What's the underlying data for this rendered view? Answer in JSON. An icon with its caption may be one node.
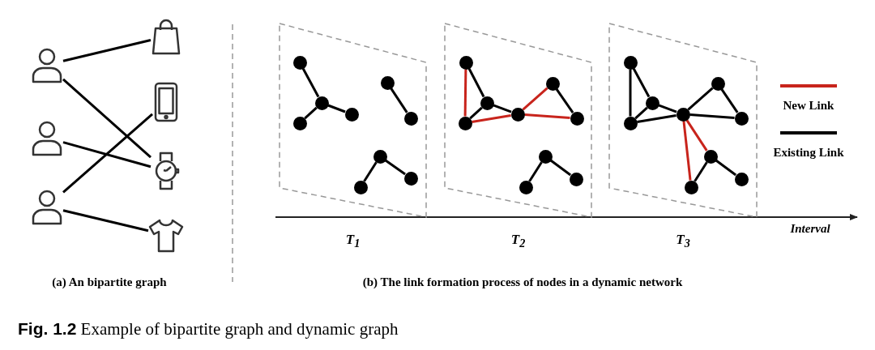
{
  "diagram": {
    "caption": "**Fig. 1.2** Example of bipartite graph and dynamic graph",
    "nodes": [
      {
        "text": [],
        "shape": "person"
      },
      {
        "text": [],
        "shape": "person"
      },
      {
        "text": [],
        "shape": "person"
      },
      {
        "text": [],
        "shape": "bag"
      },
      {
        "text": [],
        "shape": "tablet"
      },
      {
        "text": [],
        "shape": "watch"
      },
      {
        "text": [],
        "shape": "shirt"
      },
      {
        "text": [
          "T$_{1}$"
        ]
      },
      {
        "text": [],
        "shape": "circle",
        "in": 7
      },
      {
        "text": [],
        "shape": "circle",
        "in": 7
      },
      {
        "text": [],
        "shape": "circle",
        "in": 7
      },
      {
        "text": [],
        "shape": "circle",
        "in": 7
      },
      {
        "text": [],
        "shape": "circle",
        "in": 7
      },
      {
        "text": [],
        "shape": "circle",
        "in": 7
      },
      {
        "text": [],
        "shape": "circle",
        "in": 7
      },
      {
        "text": [],
        "shape": "circle",
        "in": 7
      },
      {
        "text": [],
        "shape": "circle",
        "in": 7
      },
      {
        "text": [
          "T$_{2}$"
        ]
      },
      {
        "text": [],
        "shape": "circle",
        "in": 17
      },
      {
        "text": [],
        "shape": "circle",
        "in": 17
      },
      {
        "text": [],
        "shape": "circle",
        "in": 17
      },
      {
        "text": [],
        "shape": "circle",
        "in": 17
      },
      {
        "text": [],
        "shape": "circle",
        "in": 17
      },
      {
        "text": [],
        "shape": "circle",
        "in": 17
      },
      {
        "text": [],
        "shape": "circle",
        "in": 17
      },
      {
        "text": [],
        "shape": "circle",
        "in": 17
      },
      {
        "text": [],
        "shape": "circle",
        "in": 17
      },
      {
        "text": [
          "T$_{3}$"
        ]
      },
      {
        "text": [],
        "shape": "circle",
        "in": 27
      },
      {
        "text": [],
        "shape": "circle",
        "in": 27
      },
      {
        "text": [],
        "shape": "circle",
        "in": 27
      },
      {
        "text": [],
        "shape": "circle",
        "in": 27
      },
      {
        "text": [],
        "shape": "circle",
        "in": 27
      },
      {
        "text": [],
        "shape": "circle",
        "in": 27
      },
      {
        "text": [],
        "shape": "circle",
        "in": 27
      },
      {
        "text": [],
        "shape": "circle",
        "in": 27
      },
      {
        "text": [],
        "shape": "circle",
        "in": 27
      }
    ],
    "edges": [
      {
        "from": 0,
        "to": 3,
        "arrow": "none"
      },
      {
        "from": 0,
        "to": 5,
        "arrow": "none"
      },
      {
        "from": 1,
        "to": 5,
        "arrow": "none"
      },
      {
        "from": 2,
        "to": 4,
        "arrow": "none"
      },
      {
        "from": 2,
        "to": 6,
        "arrow": "none"
      },
      {
        "from": 8,
        "to": 9,
        "arrow": "none"
      },
      {
        "from": 9,
        "to": 10,
        "arrow": "none"
      },
      {
        "from": 9,
        "to": 11,
        "arrow": "none"
      },
      {
        "from": 12,
        "to": 13,
        "arrow": "none"
      },
      {
        "from": 14,
        "to": 15,
        "arrow": "none"
      },
      {
        "from": 14,
        "to": 16,
        "arrow": "none"
      },
      {
        "from": 18,
        "to": 19,
        "arrow": "none"
      },
      {
        "from": 18,
        "to": 20,
        "arrow": "none",
        "color": "#c8241c"
      },
      {
        "from": 19,
        "to": 20,
        "arrow": "none"
      },
      {
        "from": 19,
        "to": 21,
        "arrow": "none"
      },
      {
        "from": 20,
        "to": 21,
        "arrow": "none",
        "color": "#c8241c"
      },
      {
        "from": 21,
        "to": 22,
        "arrow": "none",
        "color": "#c8241c"
      },
      {
        "from": 22,
        "to": 23,
        "arrow": "none"
      },
      {
        "from": 21,
        "to": 23,
        "arrow": "none",
        "color": "#c8241c"
      },
      {
        "from": 24,
        "to": 25,
        "arrow": "none"
      },
      {
        "from": 24,
        "to": 26,
        "arrow": "none"
      },
      {
        "from": 28,
        "to": 29,
        "arrow": "none"
      },
      {
        "from": 28,
        "to": 30,
        "arrow": "none"
      },
      {
        "from": 29,
        "to": 30,
        "arrow": "none"
      },
      {
        "from": 29,
        "to": 31,
        "arrow": "none"
      },
      {
        "from": 30,
        "to": 31,
        "arrow": "none"
      },
      {
        "from": 31,
        "to": 32,
        "arrow": "none"
      },
      {
        "from": 32,
        "to": 33,
        "arrow": "none"
      },
      {
        "from": 31,
        "to": 33,
        "arrow": "none"
      },
      {
        "from": 31,
        "to": 34,
        "arrow": "none",
        "color": "#c8241c"
      },
      {
        "from": 31,
        "to": 35,
        "arrow": "none",
        "color": "#c8241c"
      },
      {
        "from": 34,
        "to": 35,
        "arrow": "none"
      },
      {
        "from": 34,
        "to": 36,
        "arrow": "none"
      }
    ],
    "labels": [
      "Interval",
      "(a) An bipartite graph",
      "(b) The link formation process of nodes in a dynamic network"
    ],
    "legend": [
      {
        "text": "New Link",
        "color": "#c8241c"
      },
      {
        "text": "Existing Link",
        "color": "#000000"
      }
    ]
  }
}
